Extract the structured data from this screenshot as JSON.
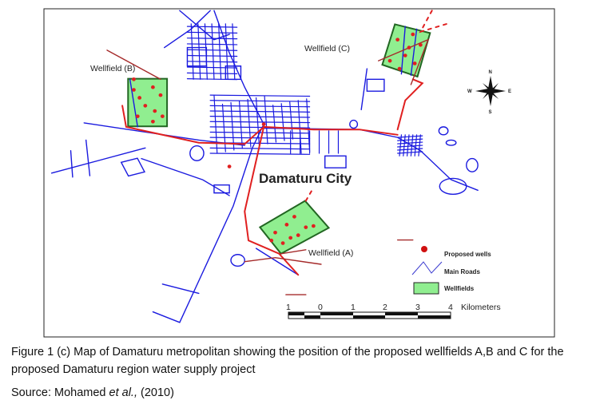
{
  "map": {
    "city_label": "Damaturu City",
    "wellfields": [
      {
        "label": "Wellfield (A)"
      },
      {
        "label": "Wellfield (B)"
      },
      {
        "label": "Wellfield (C)"
      }
    ],
    "compass": {
      "n": "N",
      "s": "S",
      "e": "E",
      "w": "W"
    },
    "legend": {
      "proposed_wells": "Proposed wells",
      "main_roads": "Main Roads",
      "wellfields": "Wellfields"
    },
    "scale": {
      "ticks": [
        "1",
        "0",
        "1",
        "2",
        "3",
        "4"
      ],
      "unit": "Kilometers"
    },
    "colors": {
      "roads": "#1a1adf",
      "wells": "#e02020",
      "wellfield_fill": "#90ee90",
      "pipes": "#a52a2a"
    }
  },
  "caption": {
    "text": "Figure 1 (c) Map of Damaturu metropolitan showing the position of the proposed wellfields A,B and C for the proposed Damaturu region water supply project",
    "source_prefix": "Source: Mohamed ",
    "source_italic": "et al.,",
    "source_suffix": " (2010)"
  }
}
